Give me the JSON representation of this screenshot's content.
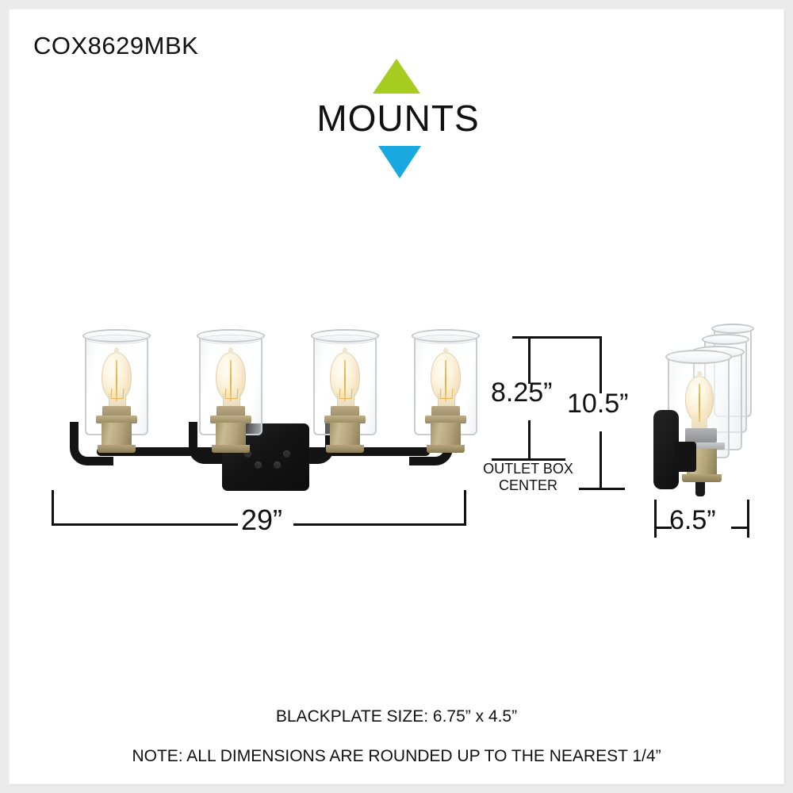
{
  "document": {
    "sku": "COX8629MBK"
  },
  "brand": {
    "name": "MOUNTS",
    "triangle_up_icon": "triangle-up-icon",
    "triangle_down_icon": "triangle-down-icon",
    "colors": {
      "triangle_up": "#a5cc1e",
      "triangle_down": "#19a8e0",
      "text": "#111111"
    }
  },
  "product": {
    "type": "4-light vanity bar light fixture",
    "finish_body": "matte black",
    "finish_socket": "antique brass",
    "shade": "clear glass cylinder",
    "bulb": "edison filament bulb",
    "light_count": 4
  },
  "dimensions": {
    "width": {
      "label": "29”",
      "name": "overall-width"
    },
    "height_to_outlet": {
      "label": "8.25”",
      "name": "height-to-outlet-box-center"
    },
    "height_overall": {
      "label": "10.5”",
      "name": "overall-height"
    },
    "depth": {
      "label": "6.5”",
      "name": "overall-depth"
    },
    "outlet_box_center": {
      "line1": "OUTLET BOX",
      "line2": "CENTER"
    }
  },
  "footer": {
    "blackplate": "BLACKPLATE SIZE: 6.75” x 4.5”",
    "note": "NOTE: ALL DIMENSIONS ARE ROUNDED UP TO THE NEAREST 1/4”"
  }
}
